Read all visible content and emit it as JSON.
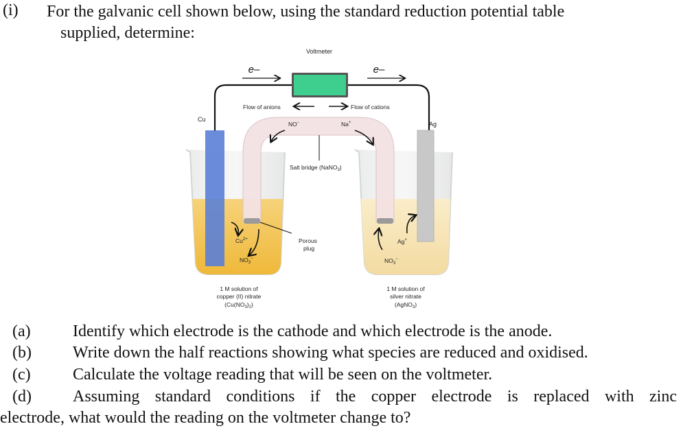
{
  "question": {
    "number": "(i)",
    "intro_line1": "For the galvanic cell shown below, using the standard reduction potential table",
    "intro_line2": "supplied, determine:"
  },
  "diagram": {
    "voltmeter_label": "Voltmeter",
    "electron_left": "e–",
    "electron_right": "e–",
    "flow_anions": "Flow of anions",
    "flow_cations": "Flow of cations",
    "electrode_left": "Cu",
    "electrode_right": "Ag",
    "ion_no3_bridge": "NO",
    "ion_na_bridge": "Na",
    "salt_bridge": "Salt bridge (NaNO",
    "porous_plug_line1": "Porous",
    "porous_plug_line2": "plug",
    "ion_cu": "Cu",
    "ion_no3_left": "NO",
    "ion_ag": "Ag",
    "ion_no3_right": "NO",
    "left_solution_line1": "1 M solution of",
    "left_solution_line2": "copper (II) nitrate",
    "left_solution_line3": "(Cu(NO",
    "right_solution_line1": "1 M solution of",
    "right_solution_line2": "silver nitrate",
    "right_solution_line3": "(AgNO",
    "colors": {
      "voltmeter_display": "#3ecf8e",
      "copper_electrode": "#5b7fd6",
      "silver_electrode": "#c8c8c8",
      "copper_solution": "#f2c14e",
      "silver_solution": "#f7e3b0",
      "salt_bridge": "#f3e1e3"
    }
  },
  "parts": [
    {
      "label": "(a)",
      "text": "Identify which electrode is the cathode and which electrode is the anode."
    },
    {
      "label": "(b)",
      "text": "Write down the half reactions showing what species are reduced and oxidised."
    },
    {
      "label": "(c)",
      "text": "Calculate the voltage reading that will be seen on the voltmeter."
    },
    {
      "label": "(d)",
      "text_line1": "Assuming standard conditions if the copper electrode is replaced with zinc",
      "text_line2": "electrode, what would the reading on the voltmeter change to?"
    }
  ]
}
